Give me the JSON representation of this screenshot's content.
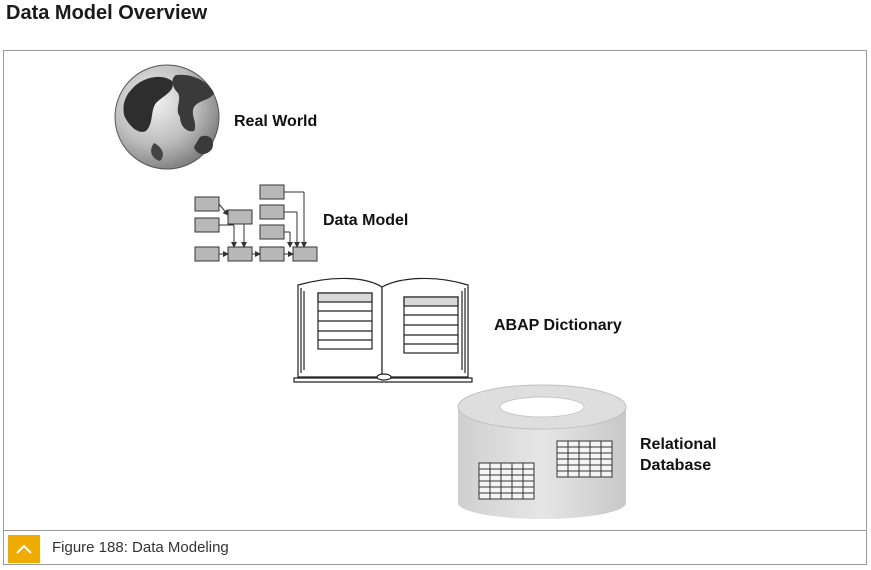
{
  "page": {
    "title": "Data Model Overview"
  },
  "figure": {
    "labels": {
      "real_world": "Real World",
      "data_model": "Data Model",
      "abap_dictionary": "ABAP Dictionary",
      "relational_database_line1": "Relational",
      "relational_database_line2": "Database"
    },
    "caption": "Figure 188: Data Modeling",
    "caption_icon": "chevron-up-icon",
    "colors": {
      "accent": "#f0ab00",
      "border": "#9a9a9a",
      "box_fill": "#b8b8b8",
      "cylinder": "#dcdcdc"
    }
  }
}
